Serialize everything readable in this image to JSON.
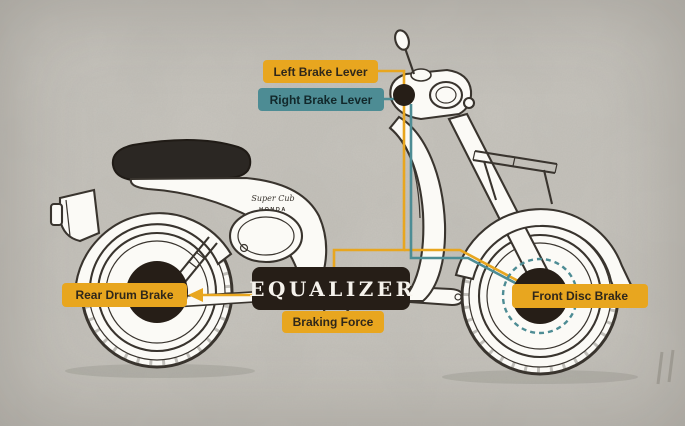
{
  "colors": {
    "bg": "#c8c5be",
    "yellow": "#e8a61f",
    "teal": "#4d8c94",
    "dark": "#261e17",
    "ink": "#39342e",
    "paper": "#fbfaf6",
    "label_dark": "#2f271a",
    "teal_label": "#12282b",
    "equalizer_text": "#f5f2ec"
  },
  "labels": {
    "left_brake_lever": "Left Brake Lever",
    "right_brake_lever": "Right Brake Lever",
    "equalizer": "EQUALIZER",
    "braking_force": "Braking Force",
    "rear_drum_brake": "Rear Drum Brake",
    "front_disc_brake": "Front Disc Brake"
  },
  "bike": {
    "logo_script": "Super Cub",
    "brand": "HONDA"
  }
}
